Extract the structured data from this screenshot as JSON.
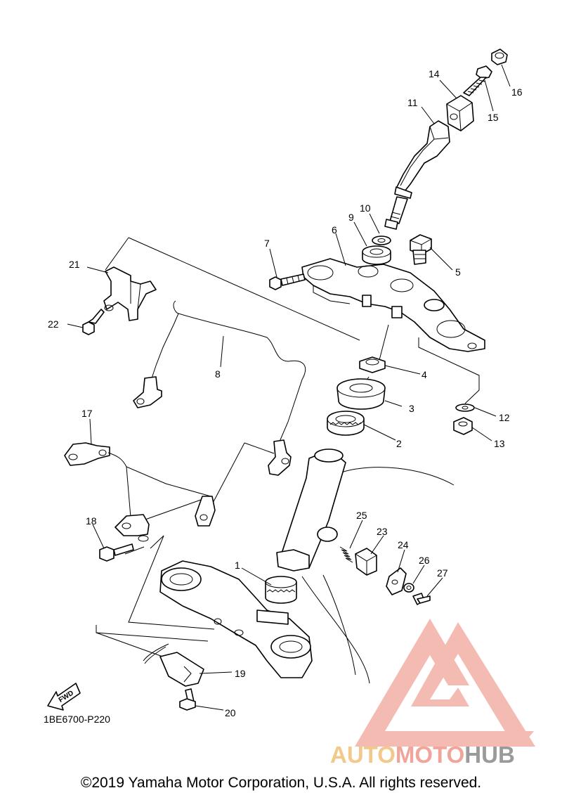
{
  "diagram_code": "1BE6700-P220",
  "copyright": "©2019 Yamaha Motor Corporation, U.S.A. All rights reserved.",
  "fwd_label": "FWD",
  "watermark": {
    "part1": "AUTO",
    "part2": "MOTO",
    "part3": "HUB"
  },
  "callouts": [
    "1",
    "2",
    "3",
    "4",
    "5",
    "6",
    "7",
    "8",
    "9",
    "10",
    "11",
    "12",
    "13",
    "14",
    "15",
    "16",
    "17",
    "18",
    "19",
    "20",
    "21",
    "22",
    "23",
    "24",
    "25",
    "26",
    "27"
  ],
  "colors": {
    "line": "#000000",
    "watermark_red": "#f1a59a",
    "watermark_orange": "#f2c98b",
    "watermark_gray": "#9a9a9a"
  }
}
